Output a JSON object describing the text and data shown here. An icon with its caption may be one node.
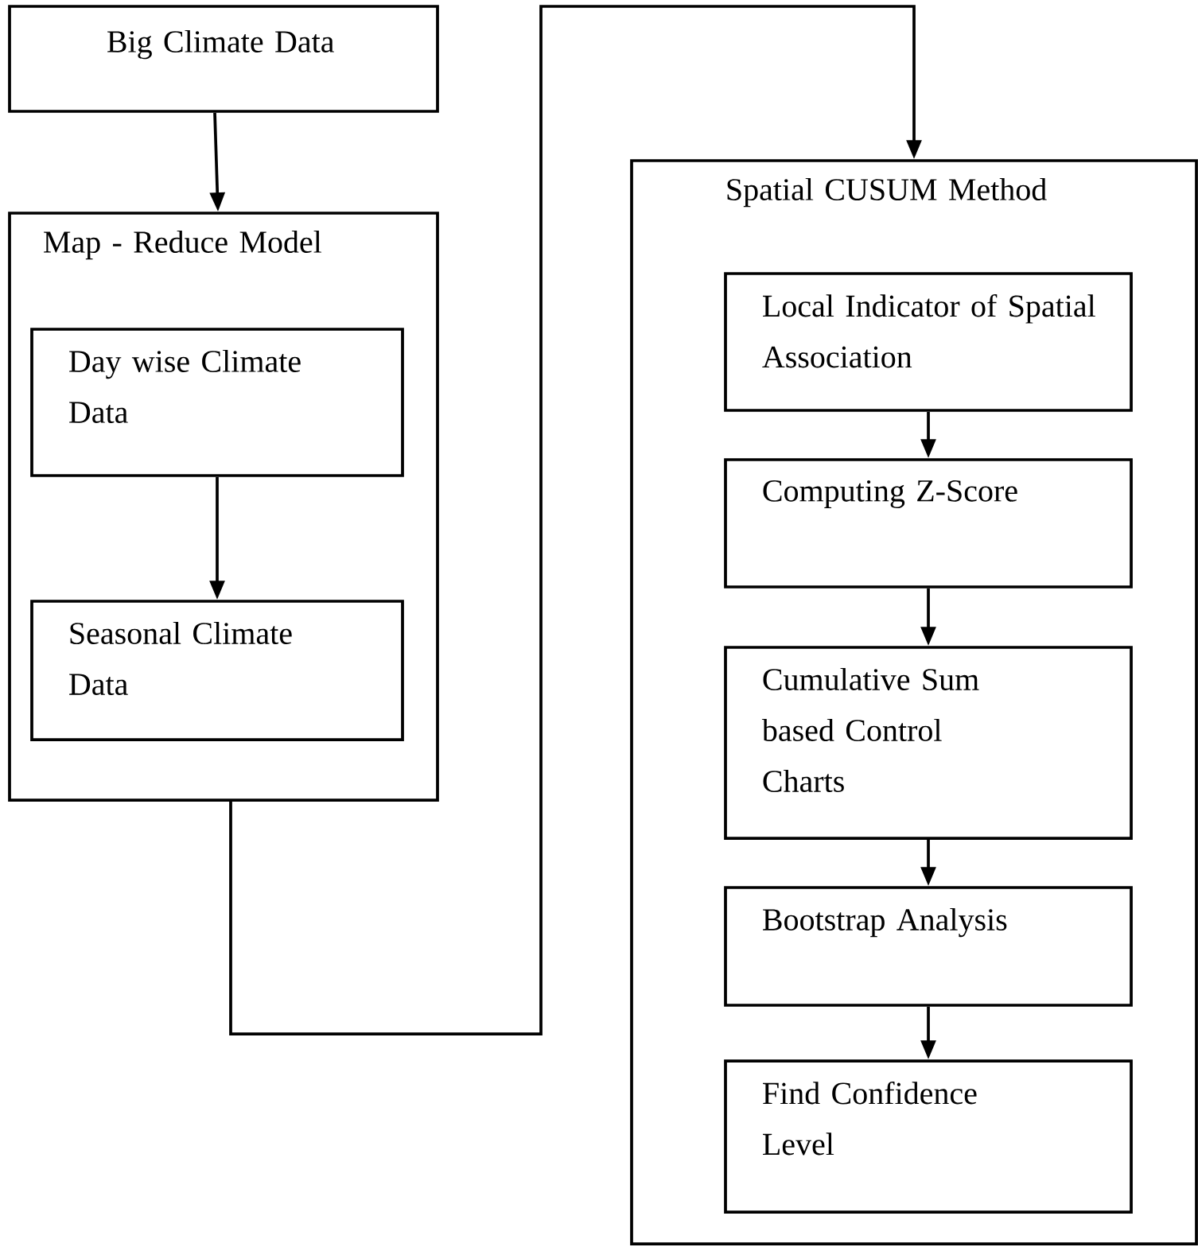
{
  "diagram": {
    "nodes": [
      {
        "text": [
          "Big Climate Data"
        ]
      },
      {
        "text": [
          "Map - Reduce Model"
        ]
      },
      {
        "text": [
          "Day wise Climate Data"
        ],
        "in": 1
      },
      {
        "text": [
          "Seasonal Climate Data"
        ],
        "in": 1
      },
      {
        "text": [
          "Spatial CUSUM Method"
        ]
      },
      {
        "text": [
          "Local Indicator of Spatial Association"
        ],
        "in": 4
      },
      {
        "text": [
          "Computing Z-Score"
        ],
        "in": 4
      },
      {
        "text": [
          "Cumulative Sum based Control Charts"
        ],
        "in": 4
      },
      {
        "text": [
          "Bootstrap Analysis"
        ],
        "in": 4
      },
      {
        "text": [
          "Find Confidence Level"
        ],
        "in": 4
      }
    ],
    "edges": [
      {
        "from": 0,
        "to": 1,
        "arrow": "to"
      },
      {
        "from": 2,
        "to": 3,
        "arrow": "to"
      },
      {
        "from": 1,
        "to": 4,
        "arrow": "to"
      },
      {
        "from": 5,
        "to": 6,
        "arrow": "to"
      },
      {
        "from": 6,
        "to": 7,
        "arrow": "to"
      },
      {
        "from": 7,
        "to": 8,
        "arrow": "to"
      },
      {
        "from": 8,
        "to": 9,
        "arrow": "to"
      }
    ]
  }
}
